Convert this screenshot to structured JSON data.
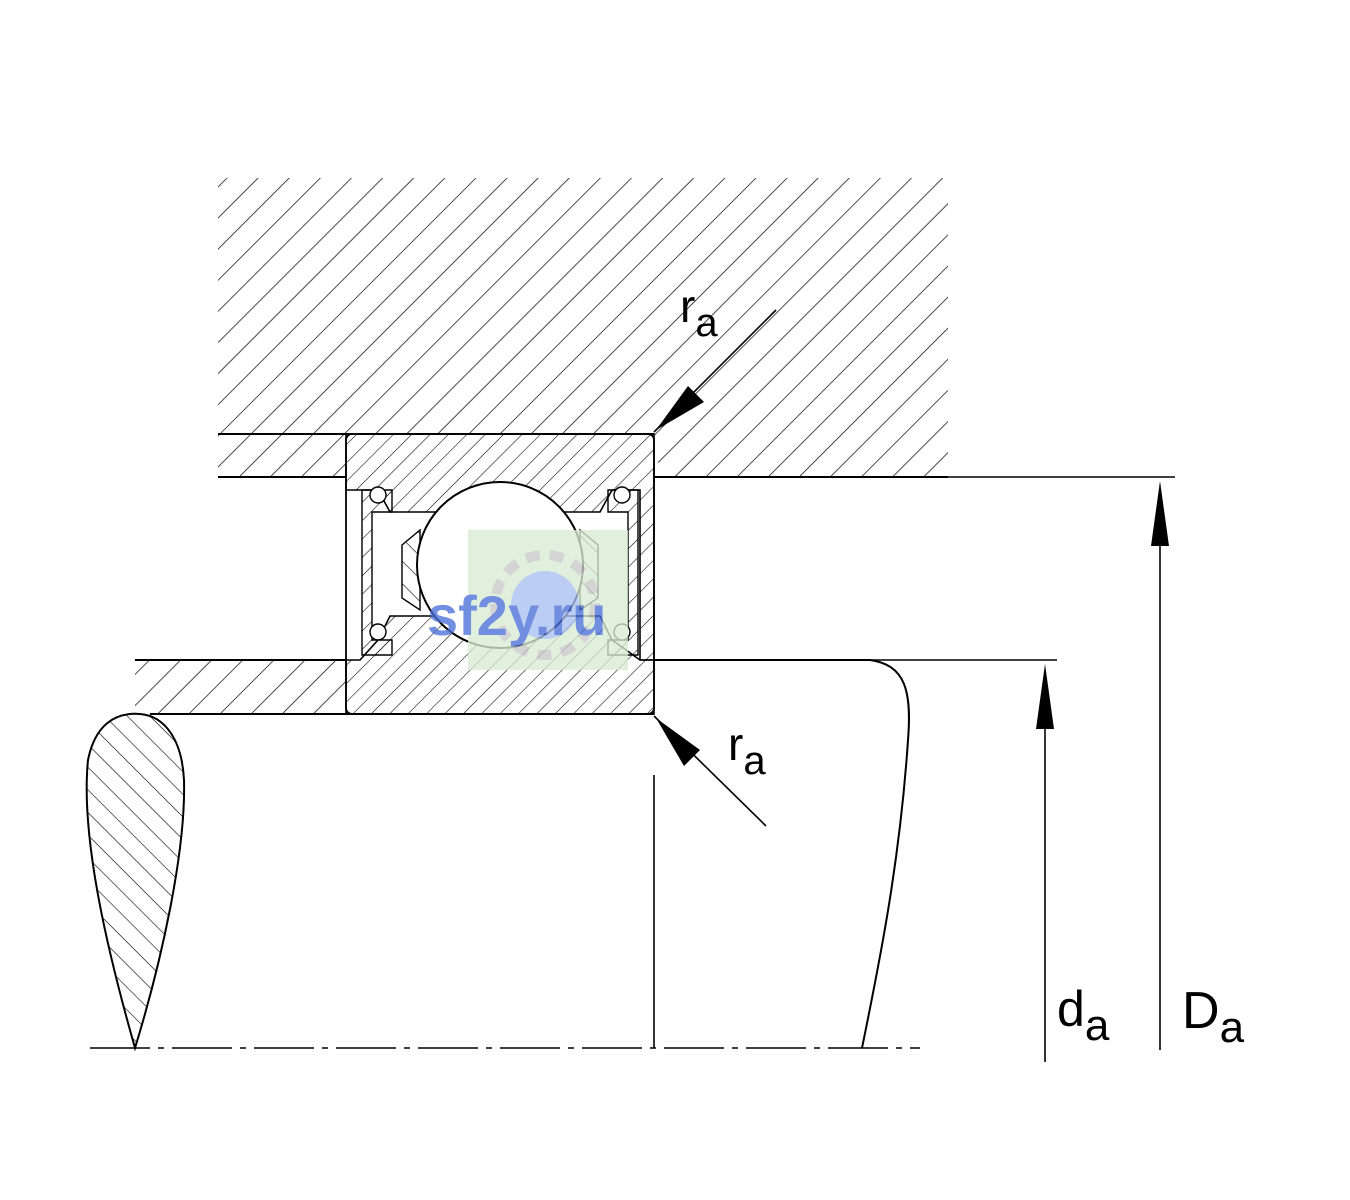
{
  "diagram": {
    "labels": {
      "fillet_radius_housing": {
        "main": "r",
        "sub": "a"
      },
      "fillet_radius_shaft": {
        "main": "r",
        "sub": "a"
      },
      "abutment_shaft_diameter": {
        "main": "d",
        "sub": "a"
      },
      "abutment_housing_diameter": {
        "main": "D",
        "sub": "a"
      }
    },
    "watermark": "sf2y.ru"
  },
  "colors": {
    "line": "#000000",
    "background": "#ffffff",
    "watermark_text": "#4a6fd8",
    "watermark_box": "#d8ecd4"
  }
}
